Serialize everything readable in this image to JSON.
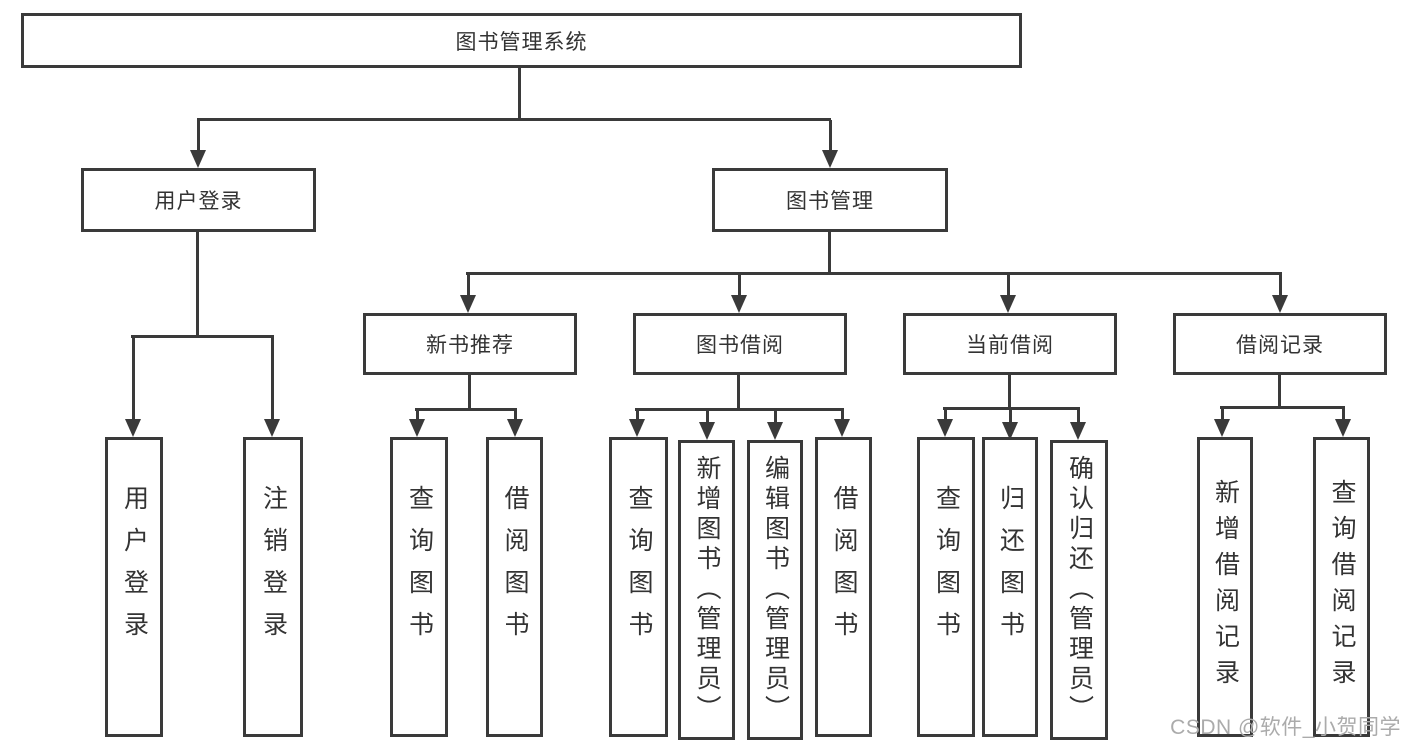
{
  "diagram": {
    "root": {
      "label": "图书管理系统"
    },
    "level2": [
      {
        "label": "用户登录"
      },
      {
        "label": "图书管理"
      }
    ],
    "level3": [
      {
        "label": "新书推荐"
      },
      {
        "label": "图书借阅"
      },
      {
        "label": "当前借阅"
      },
      {
        "label": "借阅记录"
      }
    ],
    "leaves": {
      "user": [
        "用户登录",
        "注销登录"
      ],
      "newbook": [
        "查询图书",
        "借阅图书"
      ],
      "borrow": [
        "查询图书",
        "新增图书（管理员）",
        "编辑图书（管理员）",
        "借阅图书"
      ],
      "current": [
        "查询图书",
        "归还图书",
        "确认归还（管理员）"
      ],
      "records": [
        "新增借阅记录",
        "查询借阅记录"
      ]
    }
  },
  "watermark": {
    "text": "CSDN @软件_小贺同学"
  },
  "colors": {
    "line": "#3a3a3a",
    "text": "#333333",
    "watermark": "#ababab",
    "background": "#ffffff"
  }
}
